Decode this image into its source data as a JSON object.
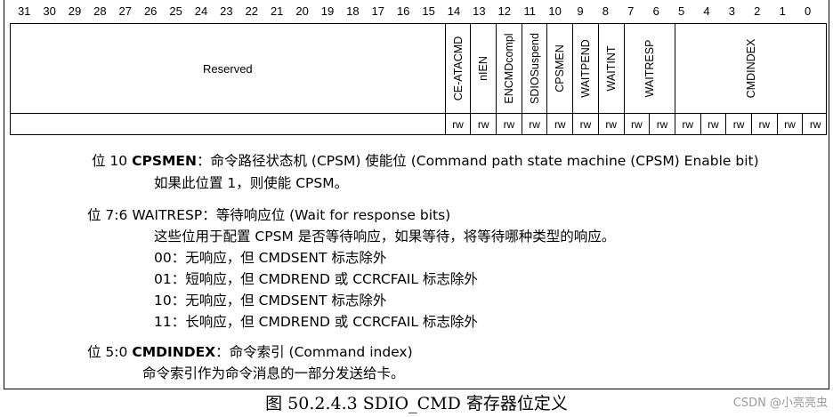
{
  "bit_numbers": [
    "31",
    "30",
    "29",
    "28",
    "27",
    "26",
    "25",
    "24",
    "23",
    "22",
    "21",
    "20",
    "19",
    "18",
    "17",
    "16",
    "15",
    "14",
    "13",
    "12",
    "11",
    "10",
    "9",
    "8",
    "7",
    "6",
    "5",
    "4",
    "3",
    "2",
    "1",
    "0"
  ],
  "register_fields": [
    {
      "name": "Reserved",
      "bits": "31:15"
    },
    {
      "name": "CE-ATACMD",
      "bits": "14"
    },
    {
      "name": "nIEN",
      "bits": "13"
    },
    {
      "name": "ENCMDcompl",
      "bits": "12"
    },
    {
      "name": "SDIOSuspend",
      "bits": "11"
    },
    {
      "name": "CPSMEN",
      "bits": "10"
    },
    {
      "name": "WAITPEND",
      "bits": "9"
    },
    {
      "name": "WAITINT",
      "bits": "8"
    },
    {
      "name": "WAITRESP",
      "bits": "7:6"
    },
    {
      "name": "CMDINDEX",
      "bits": "5:0"
    }
  ],
  "access_label": "rw",
  "descriptions": {
    "cpsmen": {
      "prefix": "位 10 ",
      "name": "CPSMEN",
      "title_rest": "：命令路径状态机 (CPSM) 使能位 (Command path state machine (CPSM) Enable bit)",
      "lines": [
        "如果此位置 1，则使能 CPSM。"
      ]
    },
    "waitresp": {
      "prefix": "位 7:6 ",
      "name": "WAITRESP",
      "title_rest": "：等待响应位 (Wait for response bits)",
      "lines": [
        "这些位用于配置 CPSM 是否等待响应，如果等待，将等待哪种类型的响应。",
        "00：无响应，但 CMDSENT 标志除外",
        "01：短响应，但 CMDREND 或 CCRCFAIL 标志除外",
        "10：无响应，但 CMDSENT 标志除外",
        "11：长响应，但 CMDREND 或 CCRCFAIL 标志除外"
      ]
    },
    "cmdindex": {
      "prefix": "位 5:0 ",
      "name": "CMDINDEX",
      "title_rest": "：命令索引 (Command index)",
      "lines": [
        "命令索引作为命令消息的一部分发送给卡。"
      ]
    }
  },
  "caption": "图 50.2.4.3 SDIO_CMD 寄存器位定义",
  "watermark": "CSDN @小亮亮虫"
}
